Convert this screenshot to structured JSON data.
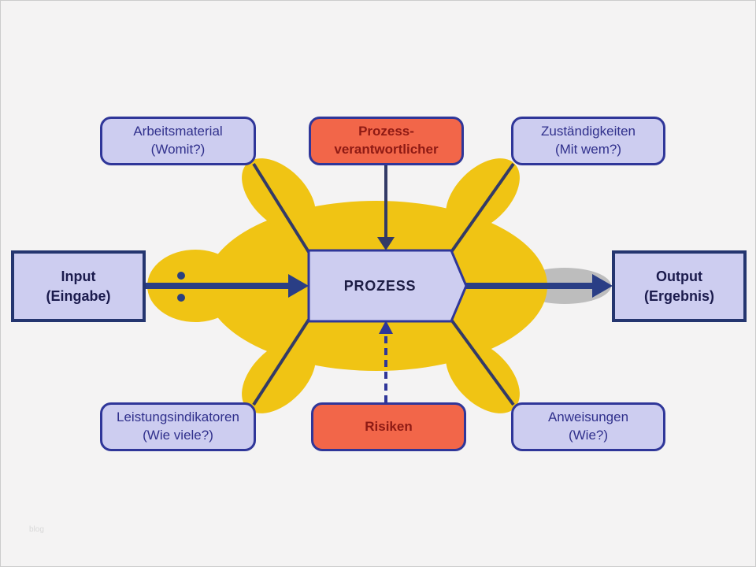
{
  "nodes": {
    "arbeitsmaterial": {
      "line1": "Arbeitsmaterial",
      "line2": "(Womit?)"
    },
    "prozessverantwortlicher": {
      "line1": "Prozess-",
      "line2": "verantwortlicher"
    },
    "zustaendigkeiten": {
      "line1": "Zuständigkeiten",
      "line2": "(Mit wem?)"
    },
    "input": {
      "line1": "Input",
      "line2": "(Eingabe)"
    },
    "prozess": {
      "label": "PROZESS"
    },
    "output": {
      "line1": "Output",
      "line2": "(Ergebnis)"
    },
    "leistungsindikatoren": {
      "line1": "Leistungsindikatoren",
      "line2": "(Wie viele?)"
    },
    "risiken": {
      "label": "Risiken"
    },
    "anweisungen": {
      "line1": "Anweisungen",
      "line2": "(Wie?)"
    }
  },
  "watermark": "blog",
  "colors": {
    "turtle_yellow": "#F0C414",
    "node_fill": "#CDCDF0",
    "node_border": "#2F3699",
    "input_output_border": "#24356F",
    "highlight_fill": "#F26649",
    "highlight_text": "#8E1A14",
    "line": "#333A66",
    "arrow": "#2A3E85",
    "tail_gray": "#BDBDBD",
    "eye": "#2A4080"
  }
}
